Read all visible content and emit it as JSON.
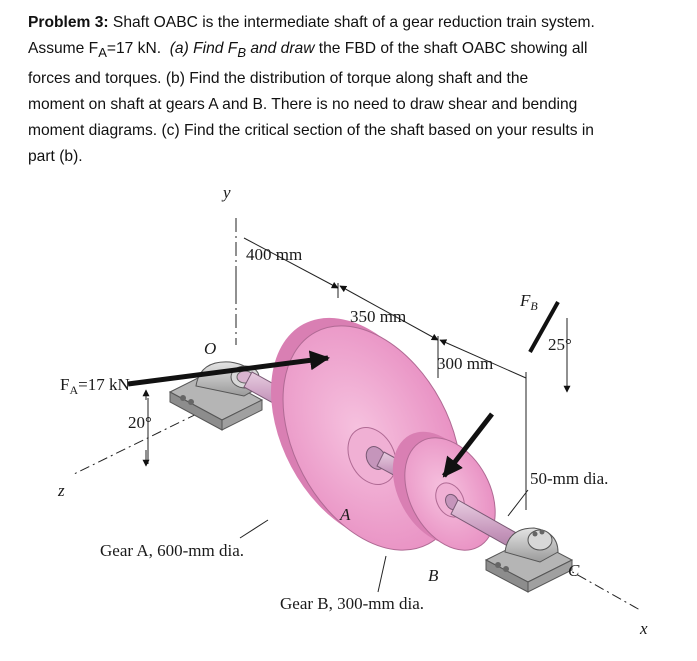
{
  "problem": {
    "heading": "Problem 3:",
    "line1": " Shaft OABC is the intermediate shaft of a gear reduction train system.",
    "line2a": "Assume F",
    "line2b": "A",
    "line2c": "=17 kN.",
    "line2d": "(a) Find F",
    "line2e": "B",
    "line2f": " and draw",
    "line2g": " the FBD of the shaft OABC showing all",
    "line3": "forces and torques. (b) Find the distribution of torque along shaft and the",
    "line4": "moment on shaft at gears A and B. There is no need to draw shear and bending",
    "line5": "moment diagrams. (c) Find the critical section of the shaft based on your results in",
    "line6": "part (b)."
  },
  "figure": {
    "y_axis": "y",
    "z_axis": "z",
    "x_axis": "x",
    "origin": "O",
    "dim_400": "400 mm",
    "dim_350": "350 mm",
    "dim_300": "300 mm",
    "force_fb": "F",
    "force_fb_sub": "B",
    "angle_25": "25°",
    "force_fa": "F",
    "force_fa_sub": "A",
    "force_fa_val": "=17 kN",
    "angle_20": "20°",
    "shaft_dia": "50-mm dia.",
    "gear_a_letter": "A",
    "gear_a_label": "Gear A, 600-mm dia.",
    "gear_b_letter": "B",
    "gear_b_label": "Gear B, 300-mm dia.",
    "point_c": "C"
  },
  "colors": {
    "gear": "#f1a6cf",
    "gear_dark": "#d97fb3",
    "shaft": "#c9a0c0",
    "bearing": "#c8c8c8",
    "bearing_dark": "#8d8d8d"
  }
}
